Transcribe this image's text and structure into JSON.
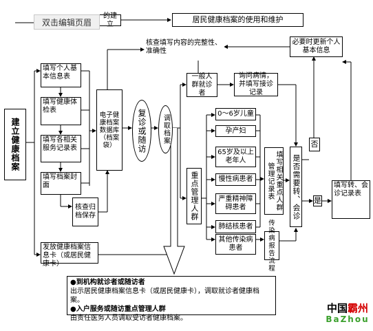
{
  "header": {
    "edit_tab": "双击编辑页眉",
    "partial_title": "的建立",
    "main_title": "居民健康档案的使用和维护"
  },
  "left": {
    "establish": "建立健康档案",
    "fill_personal": "填写个人基本信息表",
    "fill_exam": "填写健康体检表",
    "fill_service": "填写各相关服务记录表",
    "fill_cover": "填写档案封面",
    "check_file": "核查归档保存",
    "issue_card": "发放健康档案信息卡（或居民健康卡）",
    "e_database": "电子健康档案数据库（档案袋）"
  },
  "middle": {
    "verify": "核查填写内容的完整性、准确性",
    "return_visit": "复诊或随访",
    "retrieve": "调取档案",
    "general_patient": "一般人群就诊者",
    "ask_condition": "询问病情，并填写接诊记录",
    "key_group": "重点管理人群",
    "groups": [
      "0～6岁儿童",
      "孕产妇",
      "65岁及以上老年人",
      "慢性病患者",
      "严重精神障碍患者",
      "肺结核患者",
      "其他传染病患者"
    ],
    "fill_key_records": "填写相关重点人群管理记录表",
    "infectious_report": "传染病报告流程"
  },
  "right": {
    "update_info": "必要时更新个人基本信息",
    "need_referral": "是否需要转、会诊",
    "no": "否",
    "yes": "是",
    "referral_record": "填写转、会诊记录表"
  },
  "note": {
    "title1": "●到机构就诊者或随访者",
    "text1": "出示居民健康档案信息卡（或居民健康卡），调取就诊者健康档案。",
    "title2": "●入户服务或随访重点管理人群",
    "text2": "由责任医务人员调取受访者健康档案。"
  },
  "logo": {
    "line1a": "中国",
    "line1b": "霸州",
    "line2": "BaZhou"
  }
}
